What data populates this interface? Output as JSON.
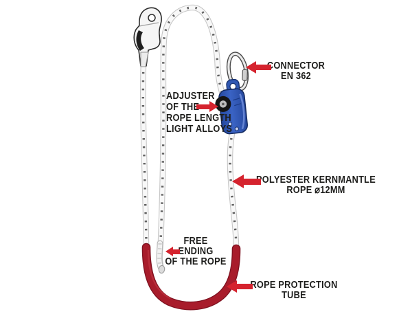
{
  "labels": {
    "connector": {
      "lines": [
        "CONNECTOR",
        "EN 362"
      ]
    },
    "adjuster": {
      "lines": [
        "ADJUSTER",
        "OF THE",
        "ROPE LENGTH",
        "LIGHT ALLOYS"
      ]
    },
    "rope": {
      "lines": [
        "POLYESTER KERNMANTLE",
        "ROPE ⌀12MM"
      ]
    },
    "free_end": {
      "lines": [
        "FREE",
        "ENDING",
        "OF THE ROPE"
      ]
    },
    "tube": {
      "lines": [
        "ROPE PROTECTION",
        "TUBE"
      ]
    }
  },
  "colors": {
    "arrow_red": "#d5232e",
    "tube_red": "#a81c2b",
    "tube_red_dark": "#7e1220",
    "adjuster_blue": "#2f57b2",
    "roller_black": "#151515",
    "rope_outline": "#c6c6c6",
    "rope_fill": "#f8f8f8",
    "text": "#1d1d1b"
  },
  "icons": {
    "snap_hook": "snap-hook-icon",
    "connector_carabiner": "carabiner-icon",
    "rope_adjuster": "rope-adjuster-icon",
    "protection_tube": "rope-protection-tube",
    "free_rope_end": "free-rope-end",
    "arrows": "pointer-arrow-icon"
  }
}
